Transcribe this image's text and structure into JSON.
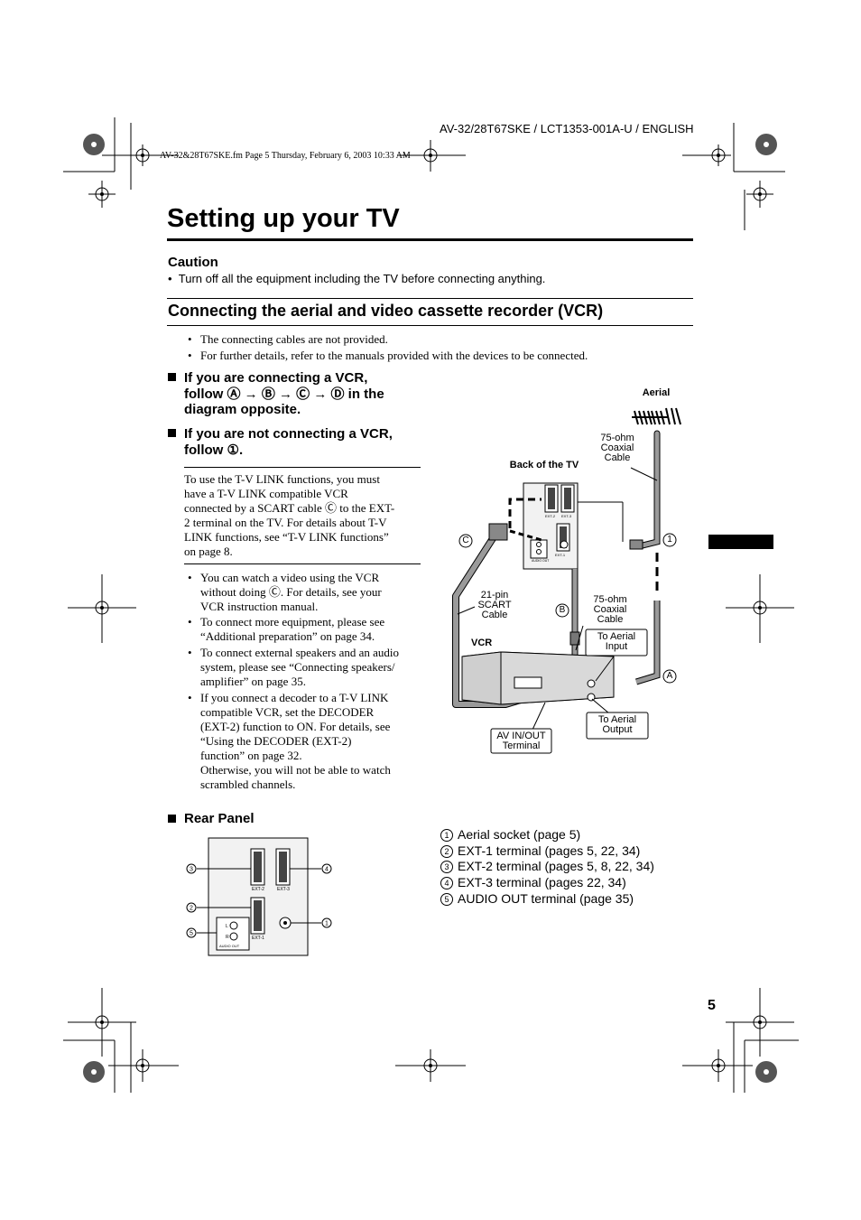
{
  "header": {
    "model": "AV-32/28T67SKE / LCT1353-001A-U / ENGLISH",
    "file_info": "AV-32&28T67SKE.fm  Page 5  Thursday, February 6, 2003  10:33 AM"
  },
  "title": "Setting up your TV",
  "caution": {
    "heading": "Caution",
    "text": "Turn off all the equipment including the TV before connecting anything."
  },
  "section": {
    "title": "Connecting the aerial and video cassette recorder (VCR)",
    "bullets": [
      "The connecting cables are not provided.",
      "For further details, refer to the manuals provided with the devices to be connected."
    ]
  },
  "instructions": {
    "vcr_line1": "If you are connecting a VCR,",
    "vcr_line2": "follow Ⓐ → Ⓑ → Ⓒ → Ⓓ in the",
    "vcr_line3": "diagram opposite.",
    "novcr_line1": "If you are not connecting a VCR,",
    "novcr_line2": "follow ①."
  },
  "tvlink_note": [
    "To use the T-V LINK functions, you must",
    "have a T-V LINK compatible VCR",
    "connected by a SCART cable Ⓒ to the EXT-",
    "2 terminal on the TV. For details about T-V",
    "LINK functions, see “T-V LINK functions”",
    "on page 8."
  ],
  "tips": [
    [
      "You can watch a video using the VCR",
      "without doing Ⓒ. For details, see your",
      "VCR instruction manual."
    ],
    [
      "To connect more equipment, please see",
      "“Additional preparation” on page 34."
    ],
    [
      "To connect external speakers and an audio",
      "system, please see “Connecting speakers/",
      "amplifier” on page 35."
    ],
    [
      "If you connect a decoder to a T-V LINK",
      "compatible VCR, set the DECODER",
      "(EXT-2) function to ON. For details, see",
      "“Using the DECODER (EXT-2)",
      "function” on page 32.",
      "Otherwise, you will not be able to watch",
      "scrambled channels."
    ]
  ],
  "diagram": {
    "aerial": "Aerial",
    "back_of_tv": "Back of the TV",
    "coax_top": [
      "75-ohm",
      "Coaxial",
      "Cable"
    ],
    "scart": [
      "21-pin",
      "SCART",
      "Cable"
    ],
    "coax_mid": [
      "75-ohm",
      "Coaxial",
      "Cable"
    ],
    "vcr": "VCR",
    "to_aerial_input": [
      "To Aerial",
      "Input"
    ],
    "to_aerial_output": [
      "To Aerial",
      "Output"
    ],
    "av_inout": [
      "AV IN/OUT",
      "Terminal"
    ],
    "marker_a": "A",
    "marker_b": "B",
    "marker_c": "C",
    "marker_1": "1",
    "tv_ext1": "EXT-1",
    "tv_ext2": "EXT-2",
    "tv_ext3": "EXT-3",
    "tv_audio_out": "AUDIO OUT"
  },
  "rear_panel": {
    "heading": "Rear Panel",
    "markers": [
      "3",
      "4",
      "2",
      "5",
      "1"
    ],
    "labels": {
      "ext1": "EXT-1",
      "ext2": "EXT-2",
      "ext3": "EXT-3",
      "audio_out": "AUDIO OUT",
      "l": "L",
      "r": "R"
    },
    "legend": [
      {
        "num": "1",
        "text": "Aerial socket (page 5)"
      },
      {
        "num": "2",
        "text": "EXT-1 terminal (pages 5, 22, 34)"
      },
      {
        "num": "3",
        "text": "EXT-2 terminal (pages 5, 8, 22, 34)"
      },
      {
        "num": "4",
        "text": "EXT-3 terminal (pages 22, 34)"
      },
      {
        "num": "5",
        "text": "AUDIO OUT terminal (page 35)"
      }
    ]
  },
  "page_number": "5",
  "colors": {
    "cable_grey": "#9a9a9a",
    "tv_panel": "#f2f2f2"
  }
}
